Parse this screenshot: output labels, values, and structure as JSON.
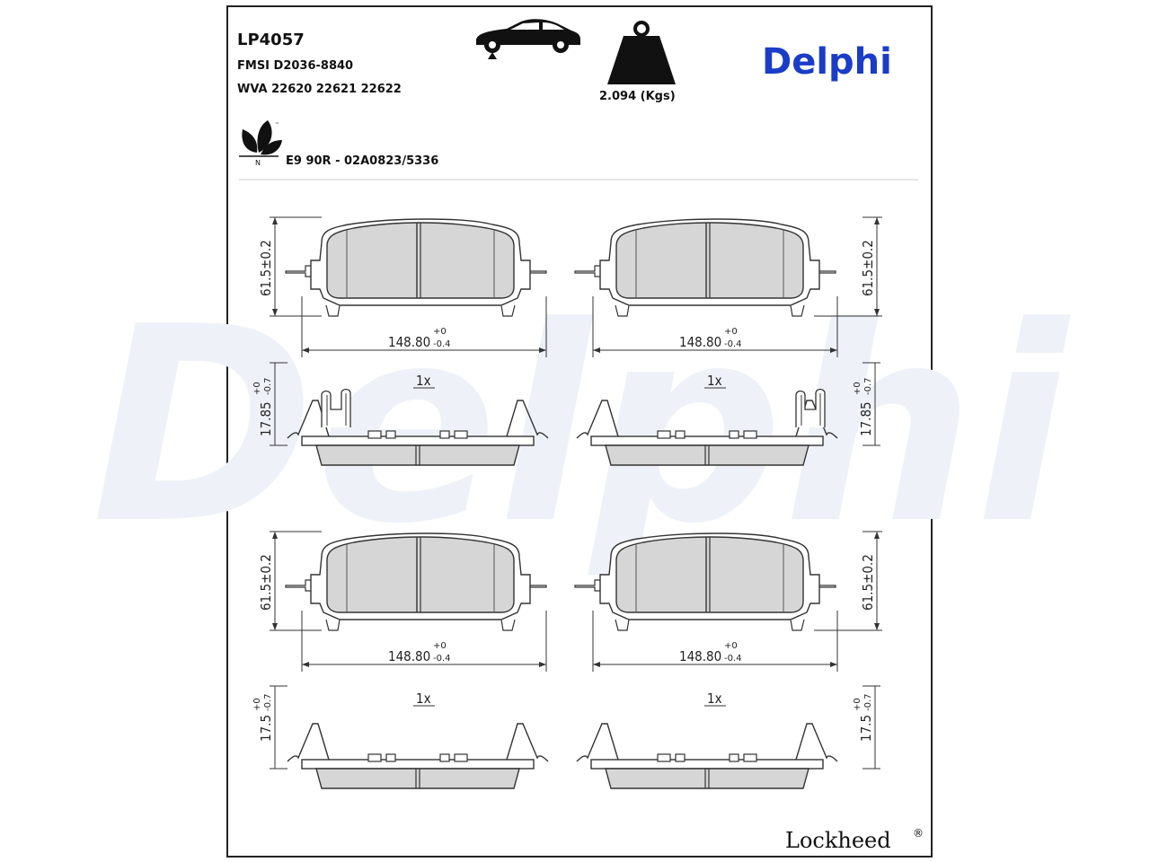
{
  "header": {
    "part_number": "LP4057",
    "fmsi": "FMSI D2036-8840",
    "wva": "WVA 22620 22621 22622",
    "approval": "E9 90R - 02A0823/5336",
    "weight": "2.094 (Kgs)",
    "brand": "Delphi"
  },
  "watermark": "Delphi",
  "icons": {
    "car": "car-front-axle-icon",
    "weight": "weight-icon",
    "eco": "eco-leaf-icon"
  },
  "pads": {
    "height_label": "61.5±0.2",
    "width_label": "148.80",
    "width_tol_upper": "+0",
    "width_tol_lower": "-0.4",
    "upper_qty": "1x",
    "lower_qty": "1x",
    "upper_thickness": "17.85",
    "lower_thickness": "17.5",
    "thick_tol_upper": "+0",
    "thick_tol_lower": "-0.7"
  },
  "footer": {
    "logo": "Lockheed",
    "registered": "®"
  },
  "colors": {
    "pad_fill": "#d6d6d6",
    "line": "#3a3a3a",
    "brand_blue": "#1a3cc8",
    "watermark": "#eef2f8"
  }
}
